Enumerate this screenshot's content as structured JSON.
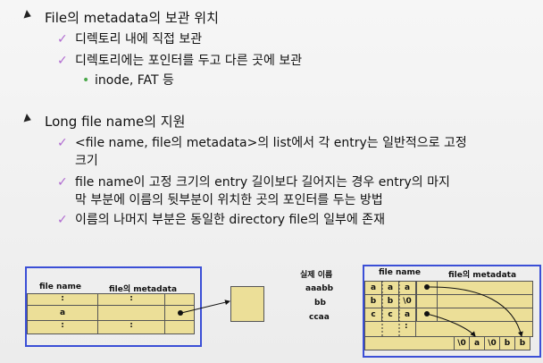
{
  "bullets": {
    "section1": {
      "title": "File의 metadata의 보관 위치",
      "items": [
        "디렉토리 내에 직접 보관",
        "디렉토리에는 포인터를 두고 다른 곳에 보관"
      ],
      "subitem": "inode, FAT 등"
    },
    "section2": {
      "title": "Long file name의 지원",
      "items": [
        [
          "<file name, file의 metadata>의 list에서 각 entry는 일반적으로 고정",
          "크기"
        ],
        [
          "file name이 고정 크기의 entry 길이보다 길어지는 경우 entry의 마지",
          "막 부분에 이름의 뒷부분이 위치한 곳의 포인터를 두는 방법"
        ],
        [
          "이름의 나머지 부분은 동일한 directory file의 일부에 존재"
        ]
      ]
    }
  },
  "left_diagram": {
    "header_name": "file name",
    "header_meta": "file의 metadata",
    "rows": [
      {
        "name": ":",
        "meta": ":"
      },
      {
        "name": "a",
        "meta": ""
      },
      {
        "name": ":",
        "meta": ":"
      }
    ]
  },
  "right_diagram": {
    "title_label": "실제 이름",
    "real_names": [
      "aaabb",
      "bb",
      "ccaa"
    ],
    "header_name": "file name",
    "header_meta": "file의 metadata",
    "grid": [
      [
        "a",
        "a",
        "a"
      ],
      [
        "b",
        "b",
        "\\0"
      ],
      [
        "c",
        "c",
        "a"
      ]
    ],
    "bottom_row": [
      "\\0",
      "a",
      "\\0",
      "b",
      "b"
    ]
  }
}
